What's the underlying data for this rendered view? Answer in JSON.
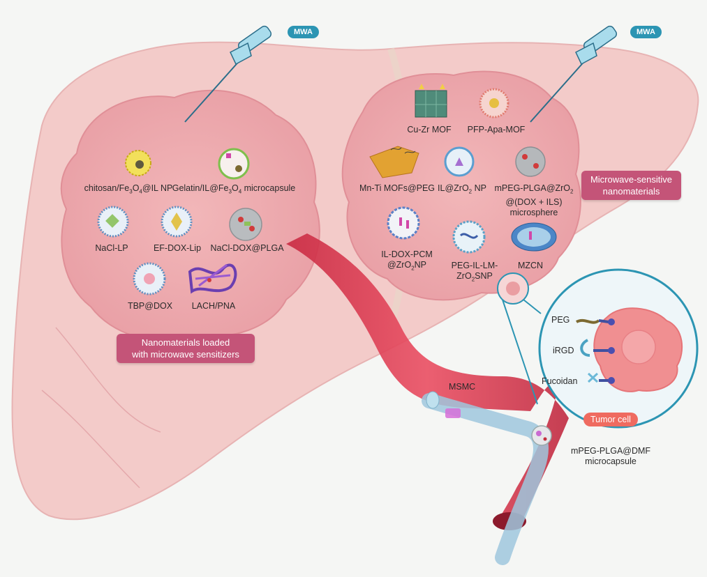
{
  "mwa_left": "MWA",
  "mwa_right": "MWA",
  "left_box": {
    "line1": "Nanomaterials loaded",
    "line2": "with microwave sensitizers"
  },
  "right_box": {
    "line1": "Microwave-sensitive",
    "line2": "nanomaterials"
  },
  "left_labels": {
    "chitosan_pre": "chitosan/Fe",
    "chitosan_s1": "3",
    "chitosan_mid": "O",
    "chitosan_s2": "4",
    "chitosan_post": "@IL NP",
    "gelatin_pre": "Gelatin/IL@Fe",
    "gelatin_s1": "3",
    "gelatin_mid": "O",
    "gelatin_s2": "4",
    "gelatin_post": " microcapsule",
    "nacl_lp": "NaCl-LP",
    "ef_dox": "EF-DOX-Lip",
    "nacl_dox": "NaCl-DOX@PLGA",
    "tbp_dox": "TBP@DOX",
    "lach": "LACH/PNA"
  },
  "right_labels": {
    "cuzr": "Cu-Zr MOF",
    "pfp": "PFP-Apa-MOF",
    "mnti": "Mn-Ti MOFs@PEG",
    "ilzro_pre": "IL@ZrO",
    "ilzro_sub": "2",
    "ilzro_post": " NP",
    "mpeg_l1_pre": "mPEG-PLGA@ZrO",
    "mpeg_l1_sub": "2",
    "mpeg_l2": "@(DOX + ILS)",
    "mpeg_l3": "microsphere",
    "ildox_l1": "IL-DOX-PCM",
    "ildox_l2_pre": "@ZrO",
    "ildox_l2_sub": "2",
    "ildox_l2_post": "NP",
    "pegil_l1": "PEG-IL-LM-",
    "pegil_l2_pre": "ZrO",
    "pegil_l2_sub": "2",
    "pegil_l2_post": "SNP",
    "mzcn": "MZCN"
  },
  "inset": {
    "peg": "PEG",
    "irgd": "iRGD",
    "fucoidan": "Fucoidan",
    "tumor_cell": "Tumor cell"
  },
  "msmc": "MSMC",
  "mpeg_dmf_l1": "mPEG-PLGA@DMF",
  "mpeg_dmf_l2": "microcapsule",
  "colors": {
    "liver": "#f3c9c7",
    "tumor": "#efaeb2",
    "badge": "#2c95b3",
    "box": "#c45478",
    "pill": "#ef6b60",
    "vessel": "#e2445a"
  }
}
